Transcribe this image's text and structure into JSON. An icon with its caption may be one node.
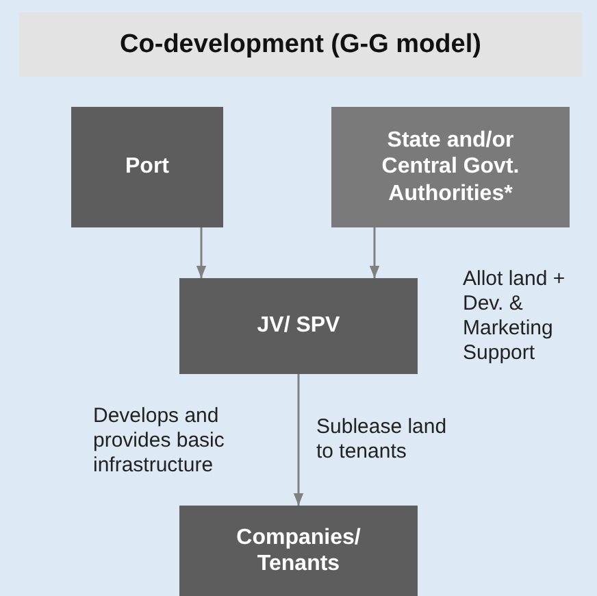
{
  "diagram": {
    "title": "Co-development (G-G model)",
    "nodes": [
      {
        "text": [
          "Port"
        ]
      },
      {
        "text": [
          "State and/or Central Govt. Authorities*"
        ]
      },
      {
        "text": [
          "JV/ SPV"
        ]
      },
      {
        "text": [
          "Companies/ Tenants"
        ]
      }
    ],
    "edges": [
      {
        "from": 0,
        "to": 2,
        "arrow": "to"
      },
      {
        "from": 1,
        "to": 2,
        "arrow": "to",
        "label": "Allot land + Dev. & Marketing Support"
      },
      {
        "from": 2,
        "to": 3,
        "arrow": "to",
        "label": "Sublease land to tenants"
      }
    ],
    "labels": [
      "Develops and provides basic infrastructure"
    ]
  }
}
